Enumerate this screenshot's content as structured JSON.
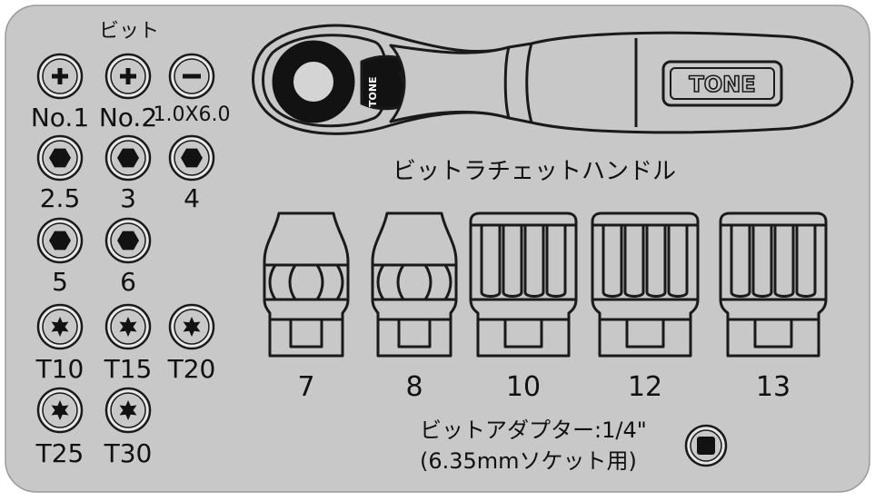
{
  "bits": {
    "heading": "ビット",
    "items": [
      {
        "label": "No.1",
        "tip": "plus"
      },
      {
        "label": "No.2",
        "tip": "plus"
      },
      {
        "label": "1.0X6.0",
        "tip": "minus"
      },
      {
        "label": "2.5",
        "tip": "hex"
      },
      {
        "label": "3",
        "tip": "hex"
      },
      {
        "label": "4",
        "tip": "hex"
      },
      {
        "label": "5",
        "tip": "hex"
      },
      {
        "label": "6",
        "tip": "hex"
      },
      {
        "label": "T10",
        "tip": "torx"
      },
      {
        "label": "T15",
        "tip": "torx"
      },
      {
        "label": "T20",
        "tip": "torx"
      },
      {
        "label": "T25",
        "tip": "torx"
      },
      {
        "label": "T30",
        "tip": "torx"
      }
    ]
  },
  "handle": {
    "brand": "TONE",
    "head_mark": "TONE",
    "label": "ビットラチェットハンドル"
  },
  "sockets": [
    {
      "label": "7",
      "style": "small"
    },
    {
      "label": "8",
      "style": "small"
    },
    {
      "label": "10",
      "style": "large"
    },
    {
      "label": "12",
      "style": "large"
    },
    {
      "label": "13",
      "style": "large"
    }
  ],
  "adapter": {
    "line1": "ビットアダプター:1/4\"",
    "line2": "(6.35mmソケット用)",
    "icon": "square-drive-adapter-icon"
  },
  "colors": {
    "tray": "#c8c8c8",
    "outline": "#1a1a1a",
    "pocket": "#e6e6e6",
    "black": "#121212"
  }
}
